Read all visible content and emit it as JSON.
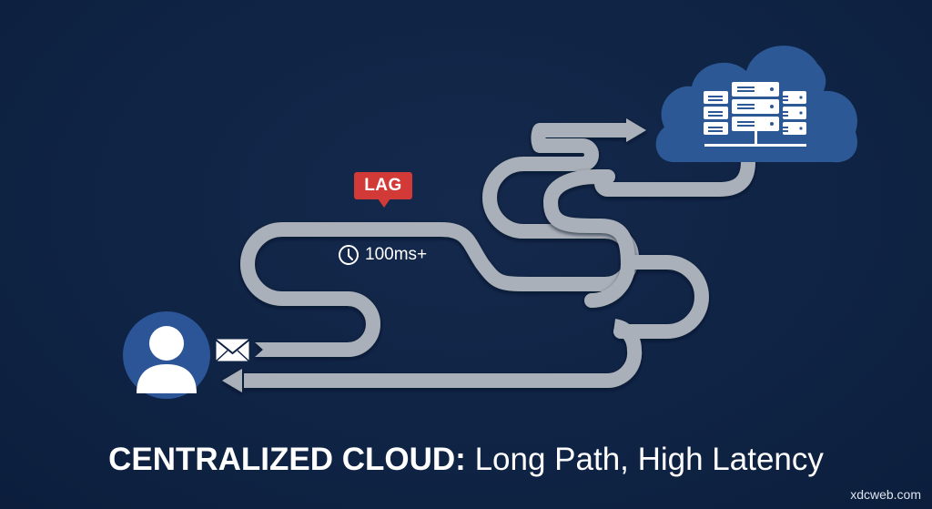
{
  "diagram": {
    "title_bold": "CENTRALIZED CLOUD:",
    "title_rest": " Long Path, High Latency",
    "badge": {
      "label": "LAG",
      "color": "#d13a37"
    },
    "latency": {
      "icon": "clock-icon",
      "value": "100ms+"
    },
    "nodes": [
      {
        "id": "user",
        "icon": "user-icon",
        "label": ""
      },
      {
        "id": "cloud",
        "icon": "cloud-server-icon",
        "label": ""
      }
    ],
    "edges": [
      {
        "from": "user",
        "to": "cloud",
        "style": "winding-path",
        "icon": "envelope-icon"
      },
      {
        "from": "cloud",
        "to": "user",
        "style": "winding-path"
      }
    ],
    "colors": {
      "background": "#0f2344",
      "path": "#a9b0b9",
      "node_fill": "#2b5597",
      "icon": "#ffffff"
    }
  },
  "watermark": "xdcweb.com"
}
